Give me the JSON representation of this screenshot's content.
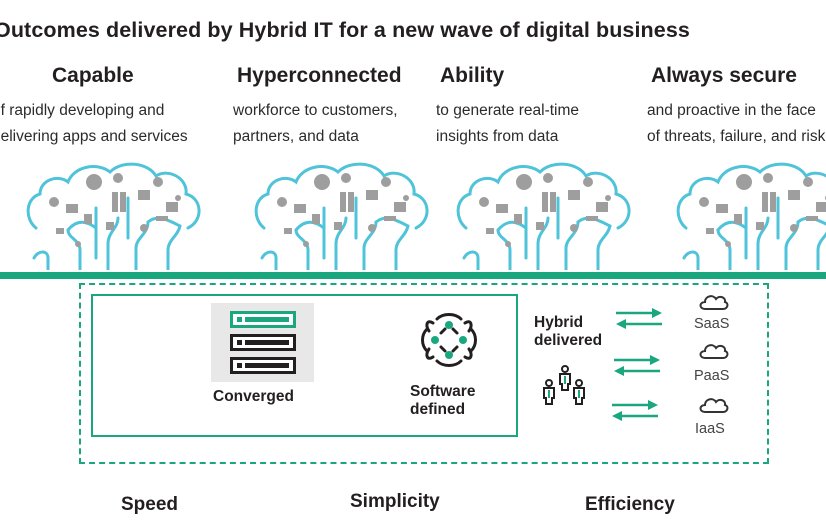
{
  "title": "Outcomes delivered by Hybrid IT for a new wave of digital business",
  "columns": [
    {
      "heading": "Capable",
      "lines": [
        "of rapidly developing and",
        "delivering apps and services"
      ]
    },
    {
      "heading": "Hyperconnected",
      "lines": [
        "workforce to customers,",
        "partners, and data"
      ]
    },
    {
      "heading": "Ability",
      "lines": [
        "to generate real-time",
        "insights from data"
      ]
    },
    {
      "heading": "Always secure",
      "lines": [
        "and proactive in the face",
        "of threats, failure, and risk"
      ]
    }
  ],
  "icons": {
    "brain": "brain-network-icon",
    "server": "server-rack-icon",
    "software": "software-defined-icon",
    "people": "people-group-icon",
    "cloud": "cloud-icon",
    "arrows": "bidirectional-arrows-icon"
  },
  "infrastructure": {
    "converged_label": "Converged",
    "software_defined_label_line1": "Software",
    "software_defined_label_line2": "defined",
    "hybrid_label_line1": "Hybrid",
    "hybrid_label_line2": "delivered",
    "services": [
      "SaaS",
      "PaaS",
      "IaaS"
    ]
  },
  "benefits": [
    "Speed",
    "Simplicity",
    "Efficiency"
  ],
  "colors": {
    "accent_green": "#1aa67e",
    "brain_teal": "#4fc3d9",
    "brain_gray": "#a9a9a9",
    "text_dark": "#231f20"
  }
}
